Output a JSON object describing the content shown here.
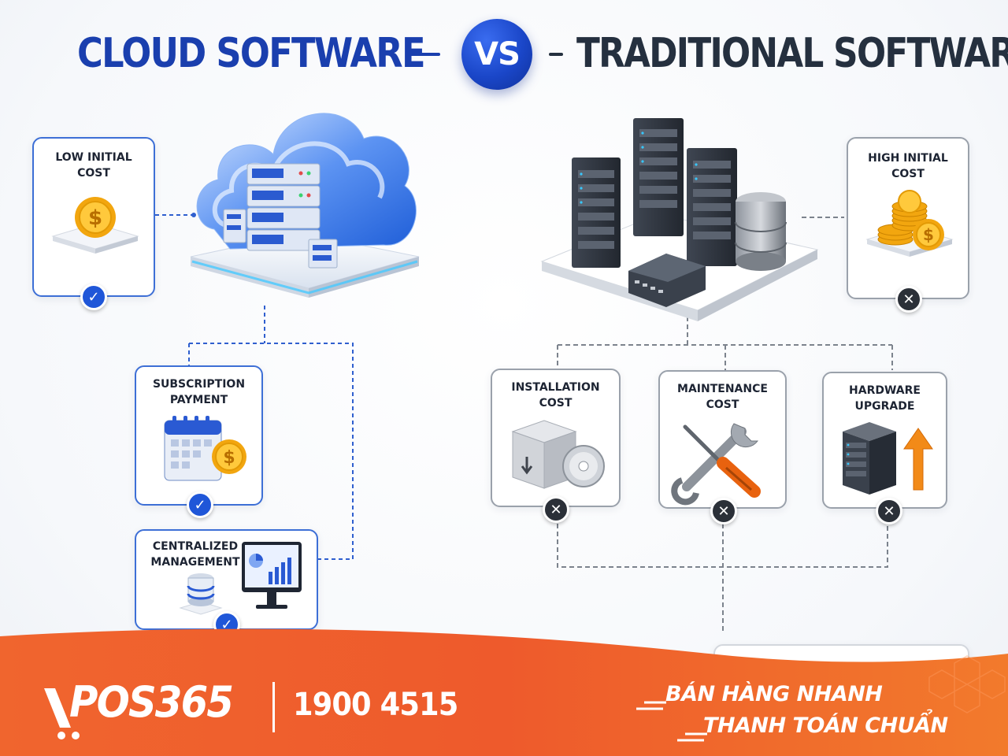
{
  "header": {
    "left_title": "CLOUD SOFTWARE",
    "vs": "VS",
    "right_title": "TRADITIONAL SOFTWARE"
  },
  "cloud": {
    "low_initial_cost": {
      "label": "LOW INITIAL\nCOST",
      "status": "check"
    },
    "subscription_payment": {
      "label": "SUBSCRIPTION\nPAYMENT",
      "status": "check"
    },
    "centralized_management": {
      "label": "CENTRALIZED\nMANAGEMENT",
      "status": "check"
    }
  },
  "traditional": {
    "high_initial_cost": {
      "label": "HIGH INITIAL\nCOST",
      "status": "cross"
    },
    "installation_cost": {
      "label": "INSTALLATION\nCOST",
      "status": "cross"
    },
    "maintenance_cost": {
      "label": "MAINTENANCE\nCOST",
      "status": "cross"
    },
    "hardware_upgrade": {
      "label": "HARDWARE\nUPGRADE",
      "status": "cross"
    }
  },
  "icons": {
    "check": "✓",
    "cross": "✕",
    "currency": "$"
  },
  "footer": {
    "brand": "POS365",
    "phone": "1900 4515",
    "slogan_line1": "BÁN HÀNG NHANH",
    "slogan_line2": "THANH TOÁN CHUẨN"
  },
  "colors": {
    "cloud_blue": "#1a3fae",
    "traditional_dark": "#25303f",
    "check_badge": "#1f56d8",
    "cross_badge": "#2b3038",
    "footer_orange": "#ee5a2c"
  }
}
